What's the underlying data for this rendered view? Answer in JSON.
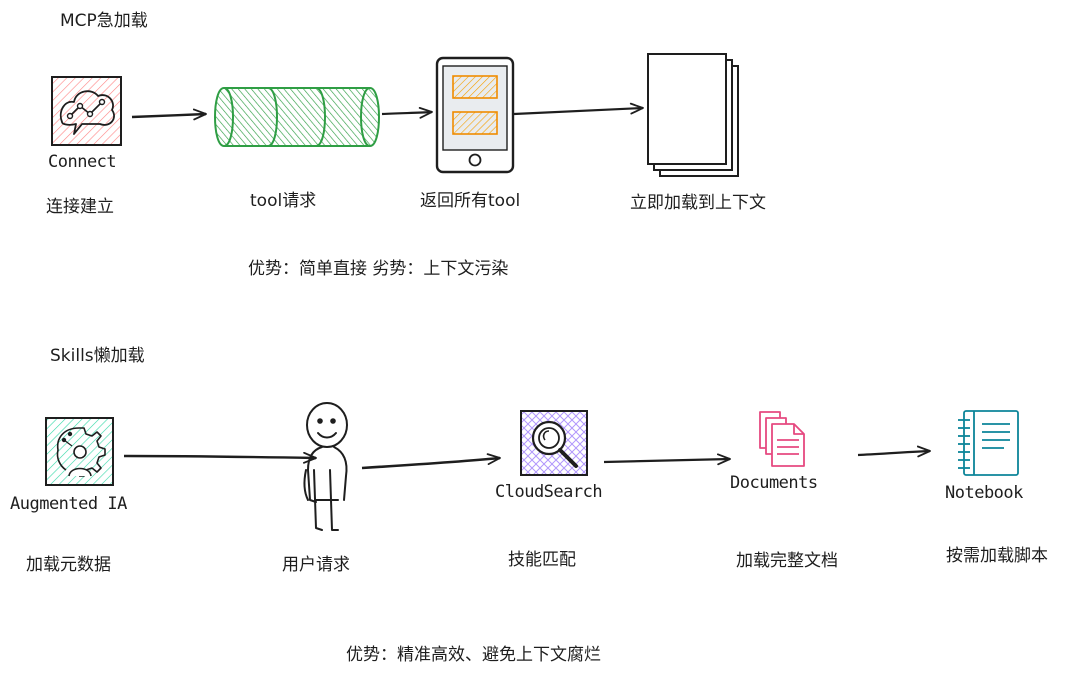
{
  "mcp": {
    "title": "MCP急加载",
    "icon_connect_label": "Connect",
    "steps": [
      "连接建立",
      "tool请求",
      "返回所有tool",
      "立即加载到上下文"
    ],
    "summary": "优势：简单直接 劣势：上下文污染"
  },
  "skills": {
    "title": "Skills懒加载",
    "icon_labels": {
      "augmented": "Augmented IA",
      "cloudsearch": "CloudSearch",
      "documents": "Documents",
      "notebook": "Notebook"
    },
    "steps": [
      "加载元数据",
      "用户请求",
      "技能匹配",
      "加载完整文档",
      "按需加载脚本"
    ],
    "summary": "优势：精准高效、避免上下文腐烂"
  },
  "colors": {
    "stroke": "#1e1e1e",
    "cylinder_fill": "#2f9e44",
    "card_fill": "#ffd8a8",
    "card_stroke": "#f08c00",
    "connect_fill": "#ffc9c9",
    "augmented_fill": "#63e6be",
    "cloudsearch_fill": "#b197fc",
    "documents_stroke": "#e64980",
    "notebook_stroke": "#0c8599"
  },
  "icons": [
    "connect-icon",
    "cylinder-icon",
    "tablet-icon",
    "document-stack-icon",
    "augmented-ia-icon",
    "stick-figure-icon",
    "cloudsearch-icon",
    "documents-icon",
    "notebook-icon"
  ]
}
